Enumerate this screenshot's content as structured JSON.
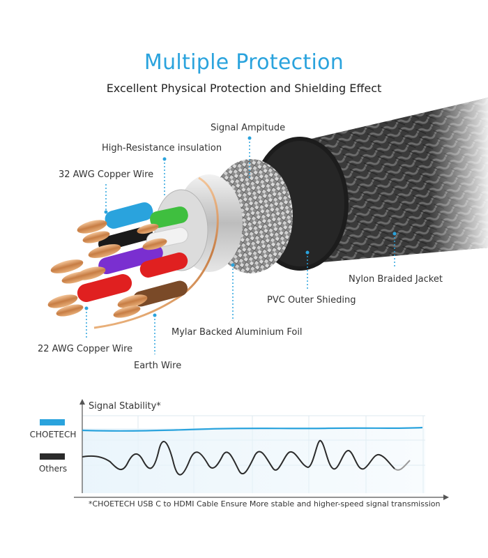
{
  "header": {
    "title": "Multiple Protection",
    "subtitle": "Excellent Physical Protection and Shielding Effect"
  },
  "labels": {
    "signal_amplitude": "Signal Ampitude",
    "high_resistance": "High-Resistance insulation",
    "awg32": "32 AWG Copper Wire",
    "nylon": "Nylon Braided Jacket",
    "pvc": "PVC Outer Shieding",
    "mylar": "Mylar Backed Aluminium Foil",
    "awg22": "22 AWG Copper Wire",
    "earth": "Earth Wire"
  },
  "chart": {
    "title": "Signal Stability*",
    "legend": [
      {
        "label": "CHOETECH",
        "color": "#2aa3dd"
      },
      {
        "label": "Others",
        "color": "#2b2b2b"
      }
    ],
    "footnote": "*CHOETECH USB C to HDMI Cable Ensure More stable and higher-speed signal transmission"
  },
  "colors": {
    "accent": "#2aa3dd",
    "dark": "#2b2b2b"
  }
}
